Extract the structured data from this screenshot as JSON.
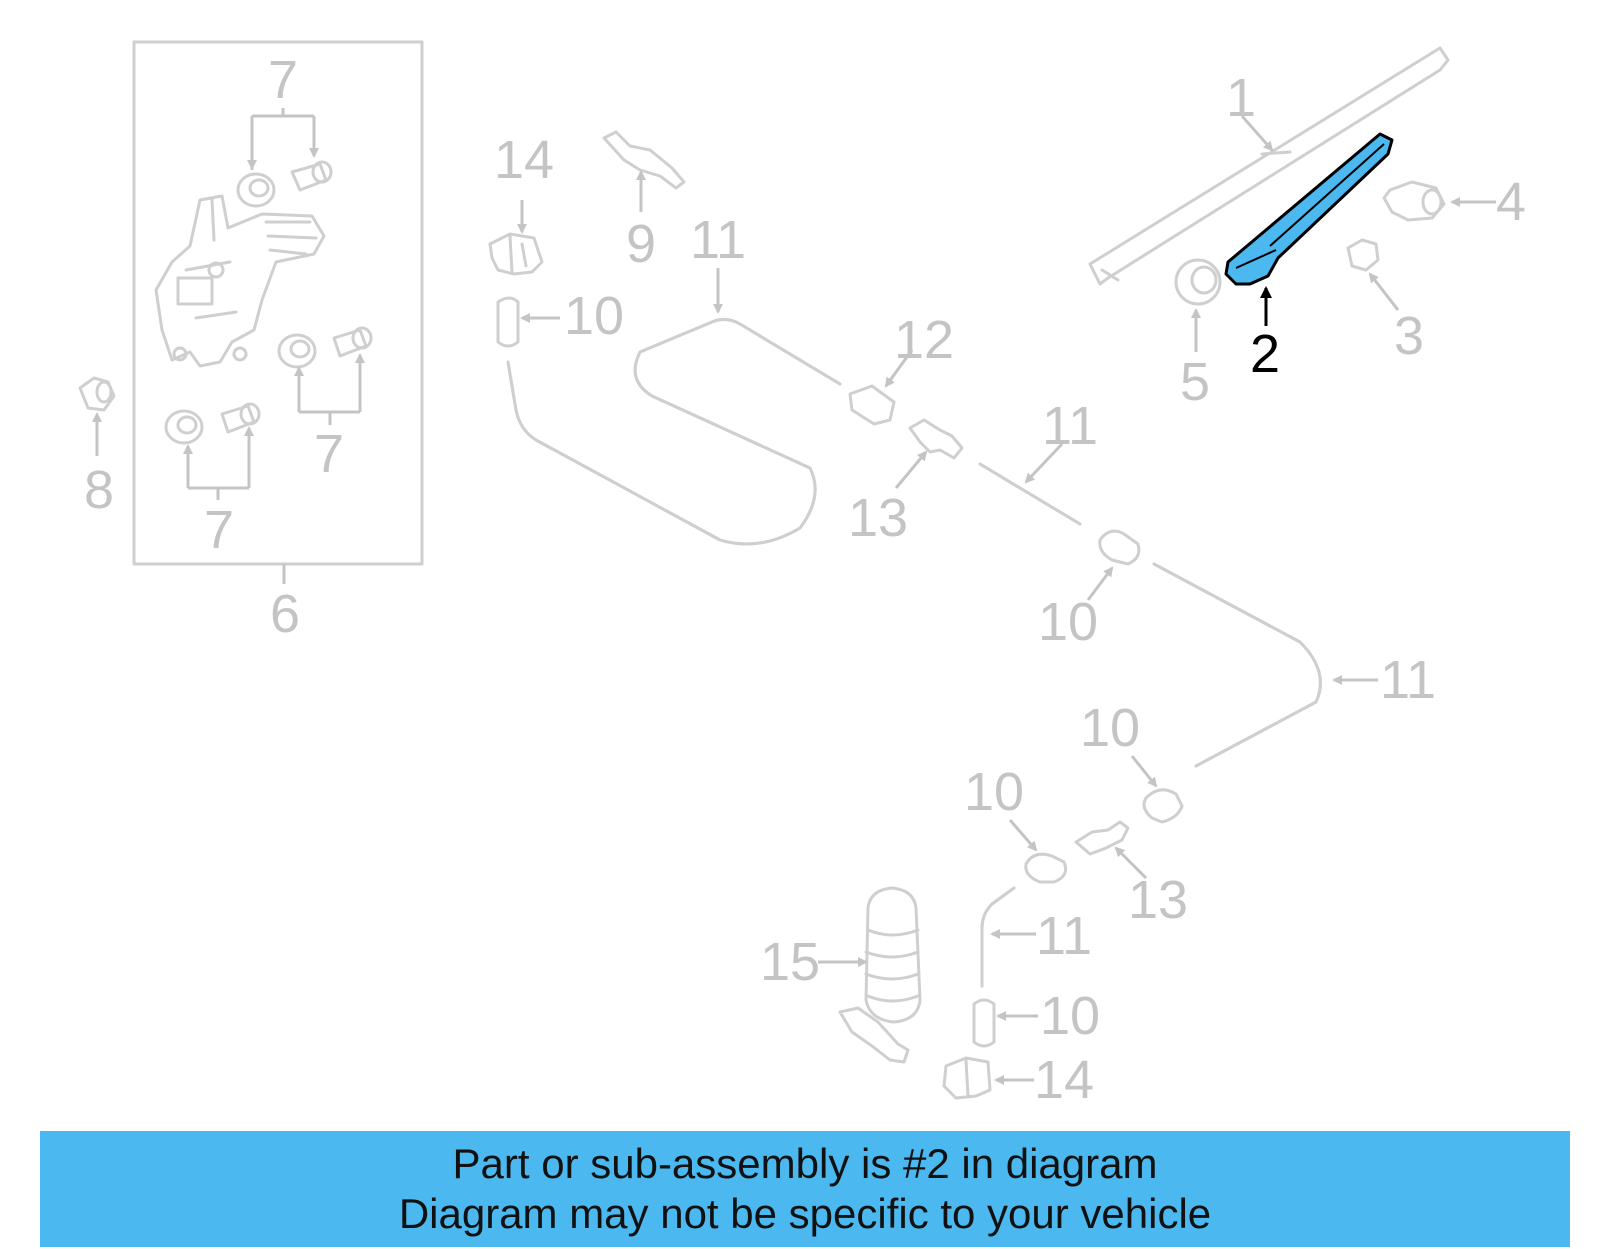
{
  "callouts": {
    "c1": "1",
    "c2": "2",
    "c3": "3",
    "c4": "4",
    "c5": "5",
    "c6": "6",
    "c7a": "7",
    "c7b": "7",
    "c7c": "7",
    "c8": "8",
    "c9": "9",
    "c10a": "10",
    "c10b": "10",
    "c10c": "10",
    "c10d": "10",
    "c10e": "10",
    "c11a": "11",
    "c11b": "11",
    "c11c": "11",
    "c11d": "11",
    "c12": "12",
    "c13a": "13",
    "c13b": "13",
    "c14a": "14",
    "c14b": "14",
    "c15": "15"
  },
  "highlight": {
    "part_number": "2",
    "color": "#4bb8f0"
  },
  "banner": {
    "line1": "Part or sub-assembly is #2 in diagram",
    "line2": "Diagram may not be specific to your vehicle",
    "color": "#4bb8f0"
  }
}
